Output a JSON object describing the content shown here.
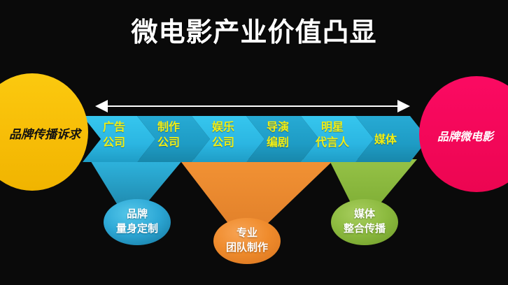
{
  "title": "微电影产业价值凸显",
  "colors": {
    "background": "#0a0a0a",
    "title_text": "#ffffff",
    "left_cap": "#f9c00c",
    "left_cap_text": "#111111",
    "right_cap": "#f50a5a",
    "right_cap_text": "#ffffff",
    "chevron_light": "#2fc0e8",
    "chevron_dark": "#1f9fc4",
    "chevron_text": "#f2ee14",
    "arrow": "#ffffff",
    "funnel_blue": "#2aa7cf",
    "funnel_orange": "#ef8b2c",
    "funnel_green": "#8cba3f",
    "bubble_blue": "#29a8d8",
    "bubble_orange": "#ef8b2c",
    "bubble_green": "#8cba3f",
    "bubble_text": "#ffffff"
  },
  "left_cap": {
    "label": "品牌传播诉求",
    "shape": "ellipse"
  },
  "right_cap": {
    "label": "品牌微电影",
    "shape": "ellipse"
  },
  "arrow": {
    "name": "double-headed-arrow",
    "direction": "both"
  },
  "chevrons": [
    {
      "lines": [
        "广告",
        "公司"
      ],
      "tone": "light"
    },
    {
      "lines": [
        "制作",
        "公司"
      ],
      "tone": "dark"
    },
    {
      "lines": [
        "娱乐",
        "公司"
      ],
      "tone": "light"
    },
    {
      "lines": [
        "导演",
        "编剧"
      ],
      "tone": "dark"
    },
    {
      "lines": [
        "明星",
        "代言人"
      ],
      "tone": "light"
    },
    {
      "lines": [
        "媒体"
      ],
      "tone": "dark"
    }
  ],
  "bubbles": [
    {
      "lines": [
        "品牌",
        "量身定制"
      ],
      "color": "blue"
    },
    {
      "lines": [
        "专业",
        "团队制作"
      ],
      "color": "orange"
    },
    {
      "lines": [
        "媒体",
        "整合传播"
      ],
      "color": "green"
    }
  ]
}
